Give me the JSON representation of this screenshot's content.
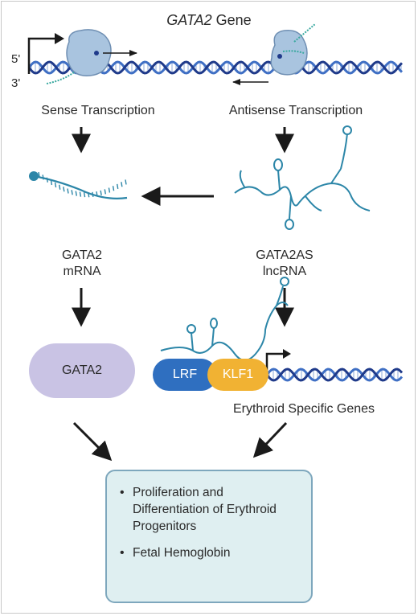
{
  "title": {
    "italic": "GATA2",
    "rest": " Gene"
  },
  "strands": {
    "five_prime": "5'",
    "three_prime": "3'"
  },
  "labels": {
    "sense": "Sense Transcription",
    "antisense": "Antisense Transcription",
    "mrna_line1": "GATA2",
    "mrna_line2": "mRNA",
    "lncrna_line1": "GATA2AS",
    "lncrna_line2": "lncRNA",
    "erythroid_genes": "Erythroid Specific Genes"
  },
  "proteins": {
    "gata2": "GATA2",
    "lrf": "LRF",
    "klf1": "KLF1"
  },
  "outcome": {
    "item1": "Proliferation and Differentiation of Erythroid Progenitors",
    "item2": "Fetal Hemoglobin"
  },
  "colors": {
    "dna_dark": "#1f3a8a",
    "dna_light": "#3f6fc4",
    "rna": "#2c86a8",
    "rna_teal": "#3aa9a0",
    "polymerase": "#a9c4df",
    "gata2": "#c9c3e4",
    "lrf": "#2f6fc0",
    "klf1": "#f1b233",
    "outcome_fill": "#dfeff1",
    "outcome_border": "#7ea7bd"
  }
}
